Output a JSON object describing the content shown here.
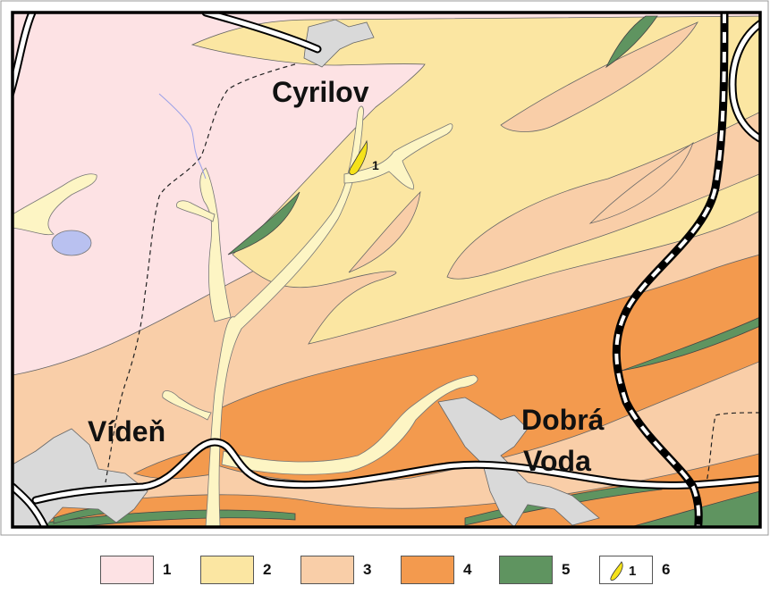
{
  "map": {
    "places": {
      "cyrilov": "Cyrilov",
      "viden": "Vídeň",
      "dobra": "Dobrá",
      "voda": "Voda"
    },
    "site_label": "1"
  },
  "legend": {
    "items": [
      {
        "number": "1",
        "color": "#fde2e4"
      },
      {
        "number": "2",
        "color": "#fbe6a2"
      },
      {
        "number": "3",
        "color": "#f9cea8"
      },
      {
        "number": "4",
        "color": "#f39a4e"
      },
      {
        "number": "5",
        "color": "#5f9460"
      },
      {
        "number": "6",
        "color": "#ffffff",
        "swatch_label": "1",
        "site_color": "#f5e21a"
      }
    ]
  }
}
